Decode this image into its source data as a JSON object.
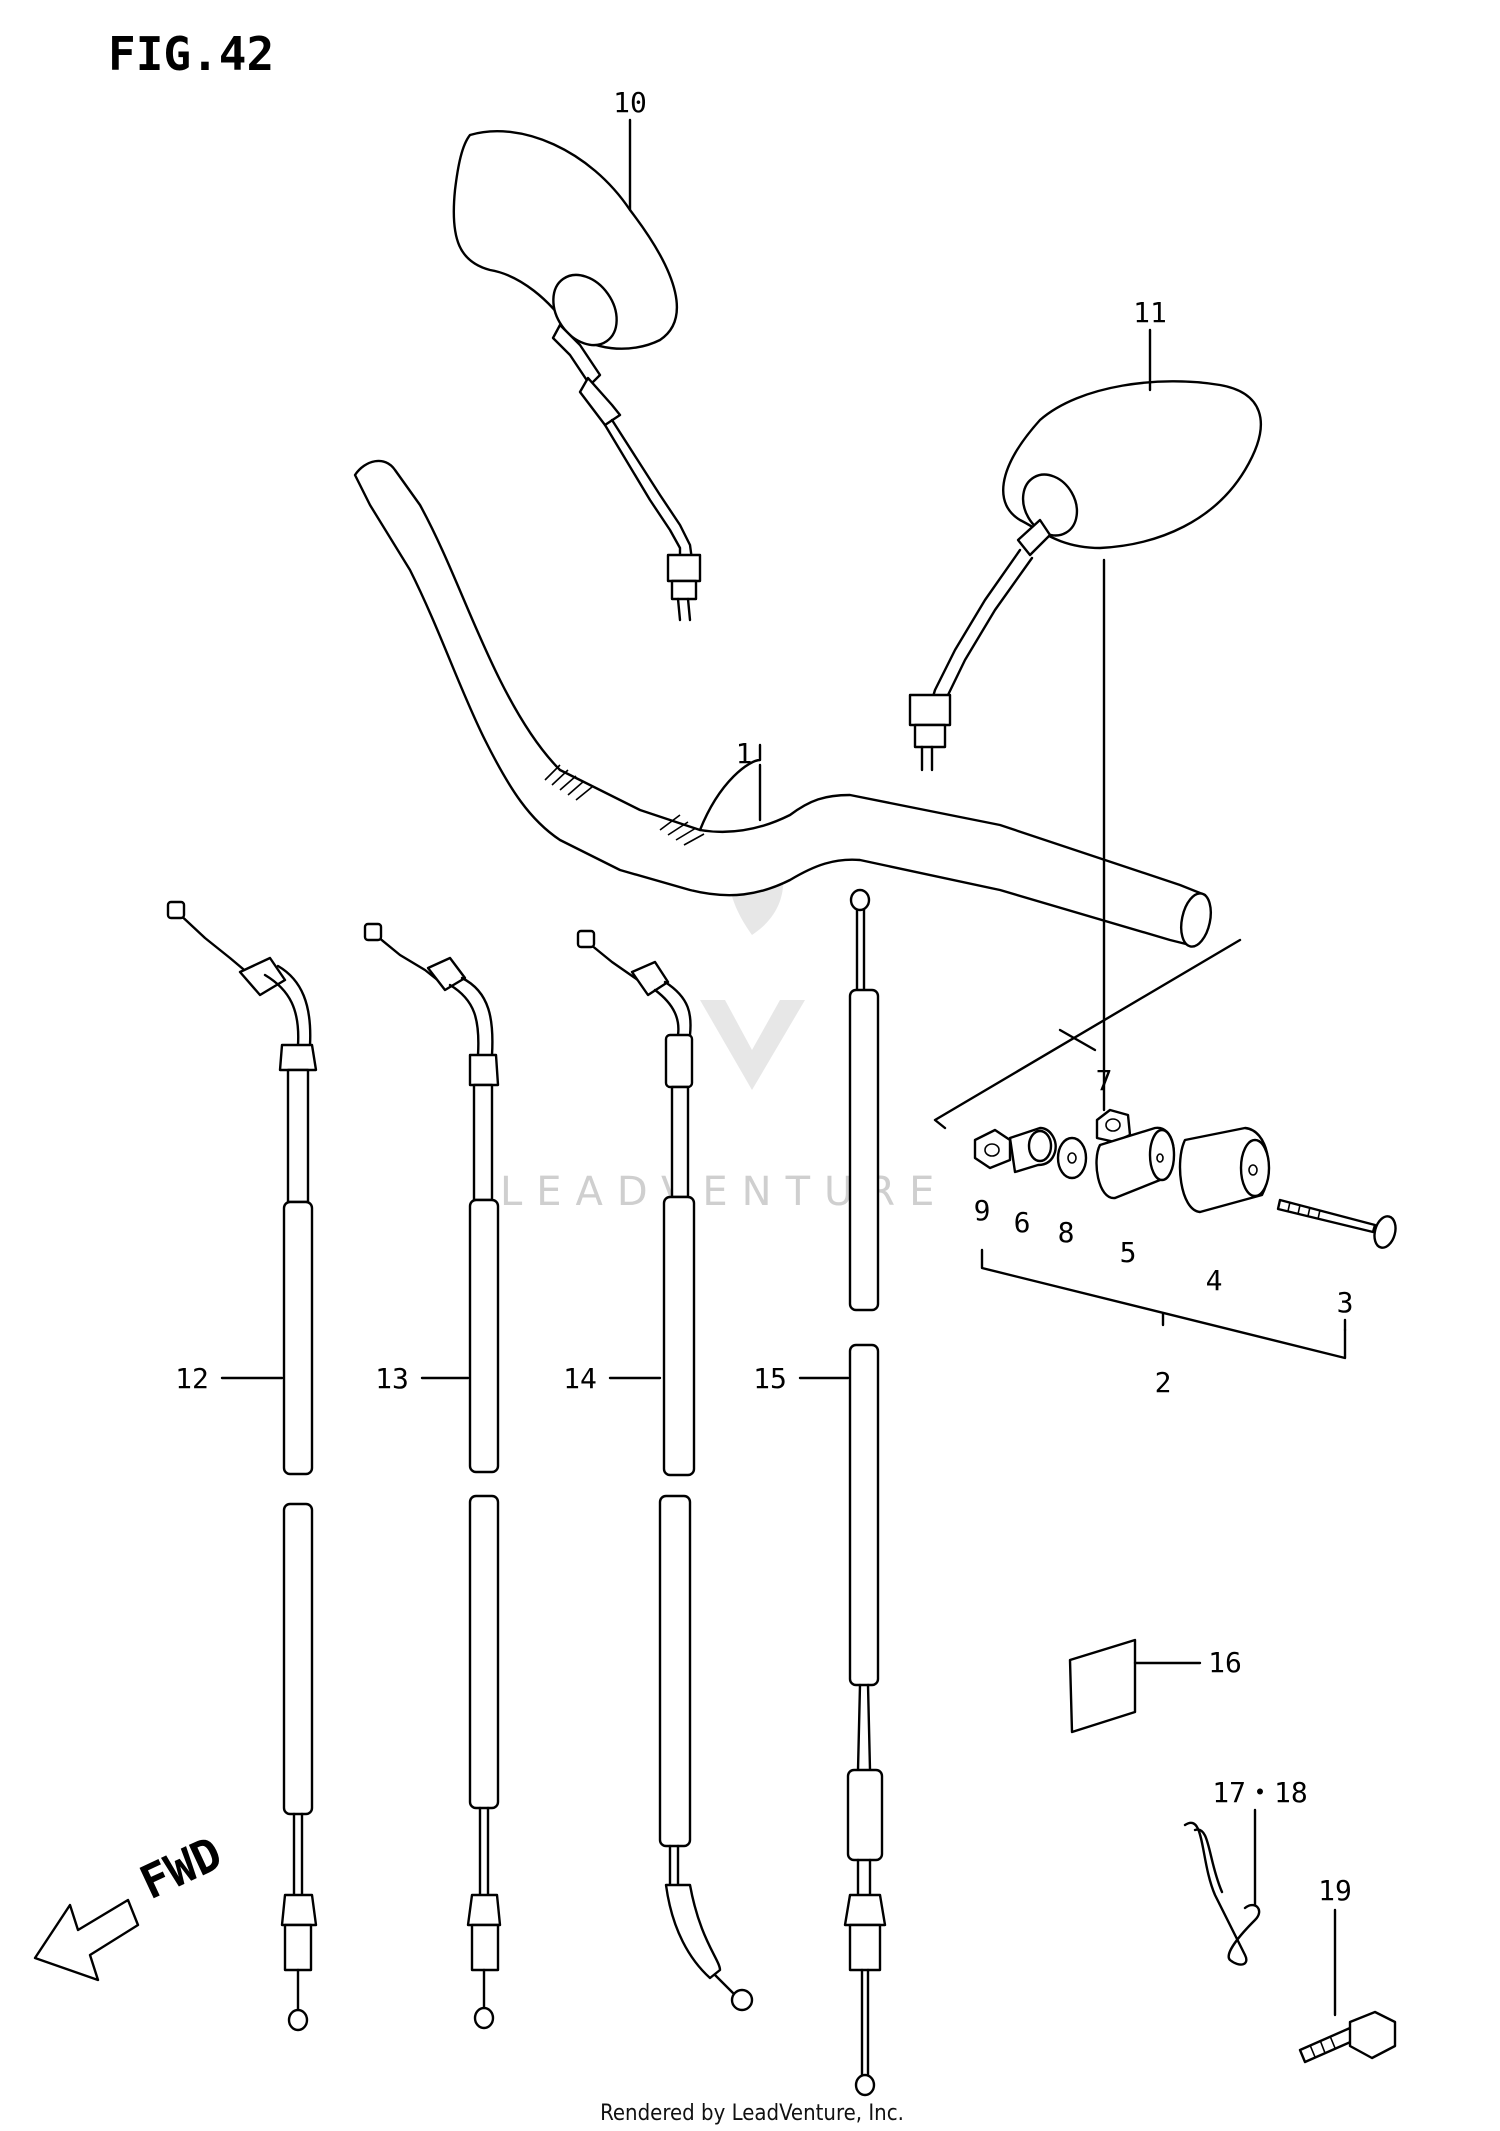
{
  "figure": {
    "title": "FIG.42"
  },
  "parts": [
    {
      "id": "1",
      "label": "1"
    },
    {
      "id": "2",
      "label": "2"
    },
    {
      "id": "3",
      "label": "3"
    },
    {
      "id": "4",
      "label": "4"
    },
    {
      "id": "5",
      "label": "5"
    },
    {
      "id": "6",
      "label": "6"
    },
    {
      "id": "7",
      "label": "7"
    },
    {
      "id": "8",
      "label": "8"
    },
    {
      "id": "9",
      "label": "9"
    },
    {
      "id": "10",
      "label": "10"
    },
    {
      "id": "11",
      "label": "11"
    },
    {
      "id": "12",
      "label": "12"
    },
    {
      "id": "13",
      "label": "13"
    },
    {
      "id": "14",
      "label": "14"
    },
    {
      "id": "15",
      "label": "15"
    },
    {
      "id": "16",
      "label": "16"
    },
    {
      "id": "17-18",
      "label": "17・18"
    },
    {
      "id": "19",
      "label": "19"
    }
  ],
  "direction": {
    "label": "FWD"
  },
  "watermark": {
    "text": "LEADVENTURE"
  },
  "footer": {
    "text": "Rendered by LeadVenture, Inc."
  }
}
